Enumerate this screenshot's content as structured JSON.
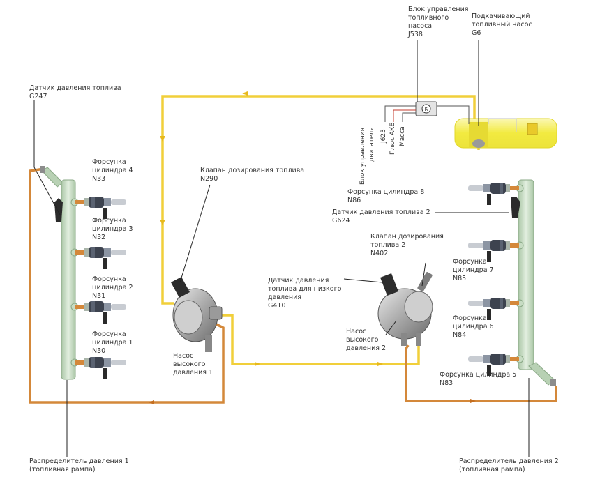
{
  "labels": {
    "pressure_sensor_g247": {
      "line1": "Датчик давления топлива",
      "line2": "G247"
    },
    "injector_cyl4": {
      "line1": "Форсунка",
      "line2": "цилиндра 4",
      "line3": "N33"
    },
    "injector_cyl3": {
      "line1": "Форсунка",
      "line2": "цилиндра 3",
      "line3": "N32"
    },
    "injector_cyl2": {
      "line1": "Форсунка",
      "line2": "цилиндра 2",
      "line3": "N31"
    },
    "injector_cyl1": {
      "line1": "Форсунка",
      "line2": "цилиндра 1",
      "line3": "N30"
    },
    "metering_valve_n290": {
      "line1": "Клапан дозирования топлива",
      "line2": "N290"
    },
    "hp_pump_1": {
      "line1": "Насос",
      "line2": "высокого",
      "line3": "давления 1"
    },
    "rail_1": {
      "line1": "Распределитель давления 1",
      "line2": "(топливная рампа)"
    },
    "fuel_pump_control_unit": {
      "line1": "Блок управления",
      "line2": "топливного",
      "line3": "насоса",
      "line4": "J538"
    },
    "transfer_pump": {
      "line1": "Подкачивающий",
      "line2": "топливный насос",
      "line3": "G6"
    },
    "engine_control_unit": {
      "line1": "Блок управления",
      "line2": "двигателя"
    },
    "j623": "J623",
    "battery_plus": "Плюс АКБ",
    "ground": "Масса",
    "injector_cyl8": {
      "line1": "Форсунка цилиндра 8",
      "line2": "N86"
    },
    "pressure_sensor_g624": {
      "line1": "Датчик давления топлива 2",
      "line2": "G624"
    },
    "metering_valve_n402": {
      "line1": "Клапан дозирования",
      "line2": "топлива 2",
      "line3": "N402"
    },
    "low_pressure_sensor_g410": {
      "line1": "Датчик давления",
      "line2": "топлива для низкого",
      "line3": "давления",
      "line4": "G410"
    },
    "injector_cyl7": {
      "line1": "Форсунка",
      "line2": "цилиндра 7",
      "line3": "N85"
    },
    "injector_cyl6": {
      "line1": "Форсунка",
      "line2": "цилиндра 6",
      "line3": "N84"
    },
    "hp_pump_2": {
      "line1": "Насос",
      "line2": "высокого",
      "line3": "давления 2"
    },
    "injector_cyl5": {
      "line1": "Форсунка цилиндра 5",
      "line2": "N83"
    },
    "rail_2": {
      "line1": "Распределитель давления 2",
      "line2": "(топливная рампа)"
    }
  },
  "colors": {
    "low_pressure_line": "#f1cf3a",
    "high_pressure_line": "#d4883a",
    "rail_fill": "#c7dcc3",
    "tank_fill": "#f4ef57",
    "leader": "#222222"
  }
}
